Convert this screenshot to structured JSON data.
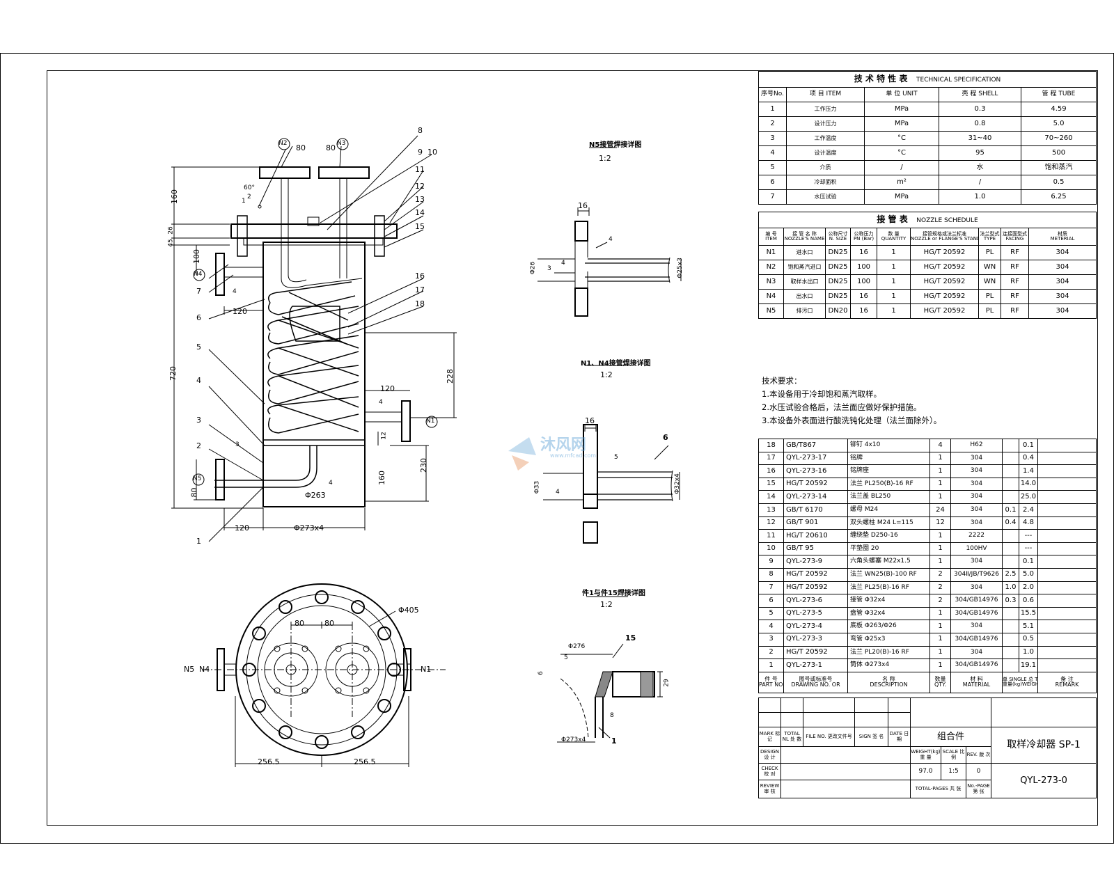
{
  "spec": {
    "title_cn": "技 术 特 性 表",
    "title_en": "TECHNICAL SPECIFICATION",
    "headers": [
      "序号No.",
      "项 目 ITEM",
      "单 位 UNIT",
      "壳 程 SHELL",
      "管 程 TUBE"
    ],
    "rows": [
      [
        "1",
        "工作压力",
        "MPa",
        "0.3",
        "4.59"
      ],
      [
        "2",
        "设计压力",
        "MPa",
        "0.8",
        "5.0"
      ],
      [
        "3",
        "工作温度",
        "°C",
        "31~40",
        "70~260"
      ],
      [
        "4",
        "设计温度",
        "°C",
        "95",
        "500"
      ],
      [
        "5",
        "介质",
        "/",
        "水",
        "饱和蒸汽"
      ],
      [
        "6",
        "冷却面积",
        "m²",
        "/",
        "0.5"
      ],
      [
        "7",
        "水压试验",
        "MPa",
        "1.0",
        "6.25"
      ]
    ]
  },
  "nozzle": {
    "title_cn": "接 管 表",
    "title_en": "NOZZLE SCHEDULE",
    "headers": [
      [
        "编 号",
        "ITEM"
      ],
      [
        "接 管 名 称",
        "NOZZLE'S NAME"
      ],
      [
        "公称尺寸",
        "N. SIZE"
      ],
      [
        "公称压力",
        "PN (Bar)"
      ],
      [
        "数 量",
        "QUANTITY"
      ],
      [
        "接管规格或法兰标准",
        "NOZZLE or FLANGE'S STANDARD"
      ],
      [
        "法兰型式",
        "TYPE"
      ],
      [
        "连接面型式",
        "FACING"
      ],
      [
        "材质",
        "METERIAL"
      ]
    ],
    "rows": [
      [
        "N1",
        "进水口",
        "DN25",
        "16",
        "1",
        "HG/T 20592",
        "PL",
        "RF",
        "304"
      ],
      [
        "N2",
        "饱和蒸汽进口",
        "DN25",
        "100",
        "1",
        "HG/T 20592",
        "WN",
        "RF",
        "304"
      ],
      [
        "N3",
        "取样水出口",
        "DN25",
        "100",
        "1",
        "HG/T 20592",
        "WN",
        "RF",
        "304"
      ],
      [
        "N4",
        "出水口",
        "DN25",
        "16",
        "1",
        "HG/T 20592",
        "PL",
        "RF",
        "304"
      ],
      [
        "N5",
        "排污口",
        "DN20",
        "16",
        "1",
        "HG/T 20592",
        "PL",
        "RF",
        "304"
      ]
    ]
  },
  "requirements": {
    "title": "技术要求：",
    "items": [
      "1.本设备用于冷却饱和蒸汽取样。",
      "2.水压试验合格后，法兰面应做好保护措施。",
      "3.本设备外表面进行酸洗钝化处理（法兰面除外）。"
    ]
  },
  "bom": {
    "rows": [
      [
        "18",
        "GB/T867",
        "铆钉 4x10",
        "4",
        "H62",
        "",
        "0.1",
        ""
      ],
      [
        "17",
        "QYL-273-17",
        "铭牌",
        "1",
        "304",
        "",
        "0.4",
        ""
      ],
      [
        "16",
        "QYL-273-16",
        "铭牌座",
        "1",
        "304",
        "",
        "1.4",
        ""
      ],
      [
        "15",
        "HG/T 20592",
        "法兰 PL250(B)-16 RF",
        "1",
        "304",
        "",
        "14.0",
        ""
      ],
      [
        "14",
        "QYL-273-14",
        "法兰盖 BL250",
        "1",
        "304",
        "",
        "25.0",
        ""
      ],
      [
        "13",
        "GB/T 6170",
        "螺母 M24",
        "24",
        "304",
        "0.1",
        "2.4",
        ""
      ],
      [
        "12",
        "GB/T 901",
        "双头螺柱 M24 L=115",
        "12",
        "304",
        "0.4",
        "4.8",
        ""
      ],
      [
        "11",
        "HG/T 20610",
        "缠绕垫 D250-16",
        "1",
        "2222",
        "",
        "---",
        ""
      ],
      [
        "10",
        "GB/T 95",
        "平垫圈 20",
        "1",
        "100HV",
        "",
        "---",
        ""
      ],
      [
        "9",
        "QYL-273-9",
        "六角头螺塞 M22x1.5",
        "1",
        "304",
        "",
        "0.1",
        ""
      ],
      [
        "8",
        "HG/T 20592",
        "法兰 WN25(B)-100 RF",
        "2",
        "304Ⅱ/JB/T9626",
        "2.5",
        "5.0",
        ""
      ],
      [
        "7",
        "HG/T 20592",
        "法兰 PL25(B)-16 RF",
        "2",
        "304",
        "1.0",
        "2.0",
        ""
      ],
      [
        "6",
        "QYL-273-6",
        "接管 Φ32x4",
        "2",
        "304/GB14976",
        "0.3",
        "0.6",
        ""
      ],
      [
        "5",
        "QYL-273-5",
        "盘管 Φ32x4",
        "1",
        "304/GB14976",
        "",
        "15.5",
        ""
      ],
      [
        "4",
        "QYL-273-4",
        "底板 Φ263/Φ26",
        "1",
        "304",
        "",
        "5.1",
        ""
      ],
      [
        "3",
        "QYL-273-3",
        "弯管 Φ25x3",
        "1",
        "304/GB14976",
        "",
        "0.5",
        ""
      ],
      [
        "2",
        "HG/T 20592",
        "法兰 PL20(B)-16 RF",
        "1",
        "304",
        "",
        "1.0",
        ""
      ],
      [
        "1",
        "QYL-273-1",
        "筒体 Φ273x4",
        "1",
        "304/GB14976",
        "",
        "19.1",
        ""
      ]
    ],
    "header": {
      "part_cn": "件 号",
      "part_en": "PART NO.",
      "dwg_cn": "图号或标准号",
      "dwg_en": "DRAWING NO. OR",
      "name_cn": "名 称",
      "name_en": "DESCRIPTION",
      "qty_cn": "数量",
      "qty_en": "QTY.",
      "mat_cn": "材 料",
      "mat_en": "MATERIAL",
      "single": "单 SINGLE",
      "total": "总 TOTAL",
      "weight": "重量(kg)WEIGHT",
      "remark_cn": "备 注",
      "remark_en": "REMARK"
    }
  },
  "title_block": {
    "assembly": "组合件",
    "name": "取样冷却器 SP-1",
    "drawing_no": "QYL-273-0",
    "weight_label": "WEIGHT(kg) 重 量",
    "scale_label": "SCALE 比 例",
    "rev_label": "REV. 版 次",
    "weight": "97.0",
    "scale": "1:5",
    "rev": "0",
    "pages_label": "TOTAL-PAGES 共 张",
    "page_label": "No.-PAGE 第 张",
    "mark": "MARK 标 记",
    "total_nl": "TOTAL NL 处 数",
    "file_no": "FILE NO. 更改文件号",
    "sign": "SIGN 签 名",
    "date": "DATE 日 期",
    "design": "DESIGN 设 计",
    "check": "CHECK 校 对",
    "review": "REVIEW 审 核"
  },
  "drawing": {
    "detail1_title": "N5接管焊接详图",
    "detail1_scale": "1:2",
    "detail2_title": "N1、N4接管焊接详图",
    "detail2_scale": "1:2",
    "detail3_title": "件1与件15焊接详图",
    "detail3_scale": "1:2",
    "dims": {
      "d80a": "80",
      "d80b": "80",
      "d160": "160",
      "d26": "26",
      "d45": "45",
      "d100": "100",
      "d720": "720",
      "d120a": "120",
      "d120b": "120",
      "d120c": "120",
      "d228": "228",
      "d230": "230",
      "d160b": "160",
      "d80c": "80",
      "d12": "12",
      "phi263": "Φ263",
      "phi273": "Φ273x4",
      "phi405": "Φ405",
      "d256a": "256.5",
      "d256b": "256.5",
      "d80d": "80",
      "d80e": "80",
      "dt16": "16",
      "dt26": "Φ26",
      "dt25x3": "Φ25x3",
      "dt16b": "16",
      "dt33": "Φ33",
      "dt32x4": "Φ32x4",
      "dt276": "Φ276",
      "dt29": "29",
      "dt6": "6",
      "dt273": "Φ273x4",
      "angle": "60°"
    },
    "nozzles": {
      "n1": "N1",
      "n2": "N2",
      "n3": "N3",
      "n4": "N4",
      "n5": "N5"
    },
    "callouts": [
      "1",
      "2",
      "3",
      "4",
      "5",
      "6",
      "7",
      "8",
      "9",
      "10",
      "11",
      "12",
      "13",
      "14",
      "15",
      "16",
      "17",
      "18"
    ],
    "weld": {
      "w4": "4",
      "w3": "3",
      "w5": "5",
      "w2": "2",
      "w1": "1",
      "w8": "8",
      "w15": "15"
    },
    "watermark": "沐风网",
    "watermark_sub": "www.mfcad.com"
  }
}
